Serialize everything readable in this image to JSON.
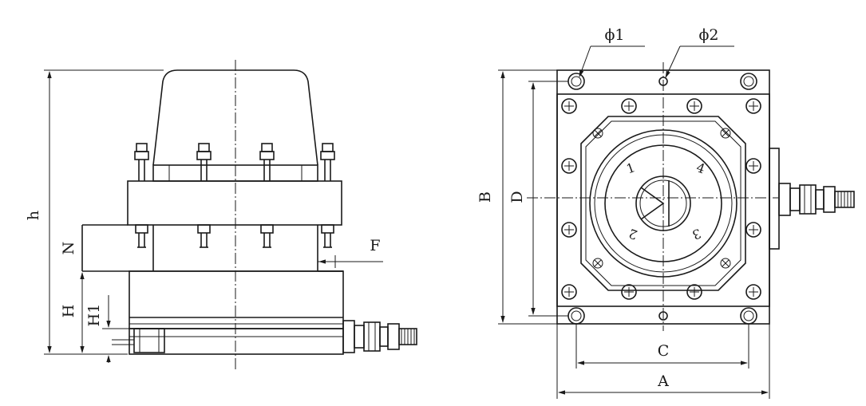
{
  "labels": {
    "h": "h",
    "N": "N",
    "H": "H",
    "H1": "H1",
    "F": "F",
    "phi1": "ϕ1",
    "phi2": "ϕ2",
    "B": "B",
    "D": "D",
    "C": "C",
    "A": "A",
    "n1": "1",
    "n2": "2",
    "n3": "3",
    "n4": "4"
  }
}
